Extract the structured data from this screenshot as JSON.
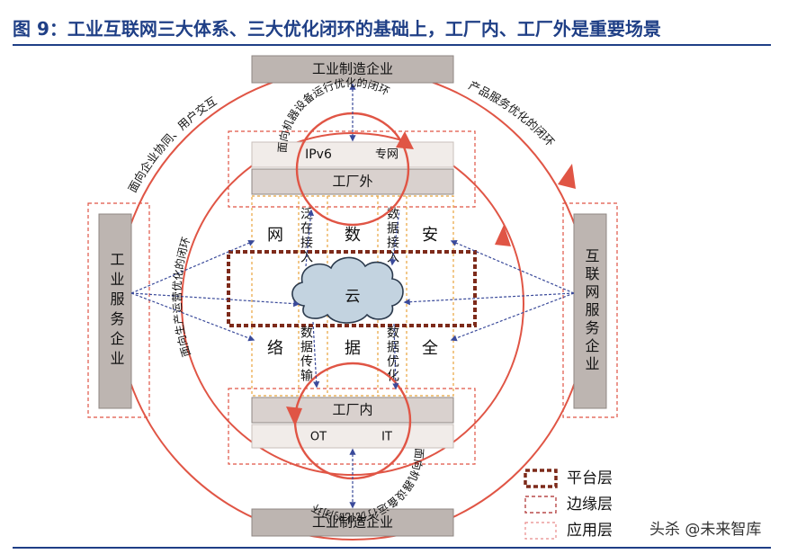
{
  "title": "图 9：工业互联网三大体系、三大优化闭环的基础上，工厂内、工厂外是重要场景",
  "colors": {
    "title_blue": "#1f3f86",
    "loop_red": "#e05545",
    "arrow_blue": "#3a4a9a",
    "box_gray": "#bdb5b1",
    "dashed_orange": "#e8a33c",
    "platform_brown": "#7d2a1a"
  },
  "nodes": {
    "top_enterprise": "工业制造企业",
    "bottom_enterprise": "工业制造企业",
    "left_service": "工业服务企业",
    "right_service": "互联网服务企业",
    "factory_outside": "工厂外",
    "factory_inside": "工厂内",
    "ipv6": "IPv6",
    "private_net": "专网",
    "ot": "OT",
    "it": "IT",
    "cloud": "云"
  },
  "grid": {
    "wang": "网",
    "shu": "数",
    "an": "安",
    "luo": "络",
    "ju": "据",
    "quan": "全",
    "pan_access": "泛在接入",
    "data_access": "数据接入",
    "data_transmit": "数据传输",
    "data_optimize": "数据优化"
  },
  "loops": {
    "top_left": "面向企业协同、用户交互",
    "top_right": "产品服务优化的闭环",
    "top_inner": "面向机器设备运行优化的闭环",
    "left_inner": "面向生产运营优化的闭环",
    "bottom_inner": "面向机器设备运行优化的闭环"
  },
  "legend": [
    {
      "label": "平台层",
      "style": "platform"
    },
    {
      "label": "边缘层",
      "style": "edge"
    },
    {
      "label": "应用层",
      "style": "app"
    }
  ],
  "watermark": "头杀 @未来智库"
}
